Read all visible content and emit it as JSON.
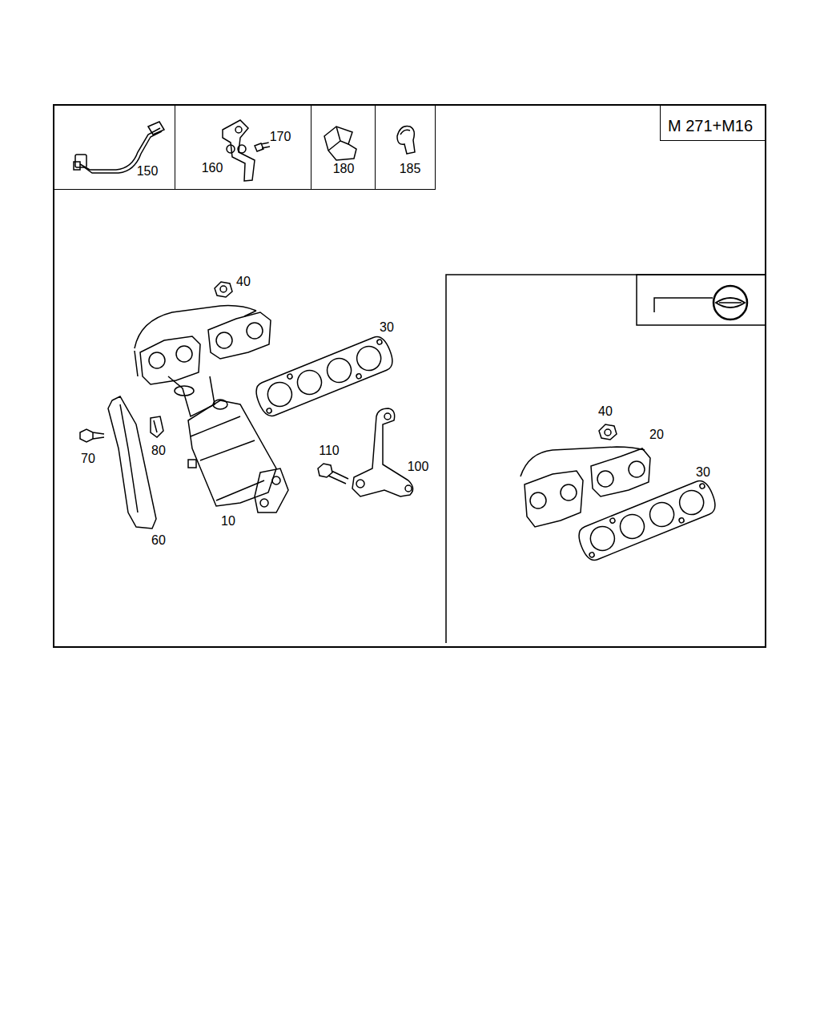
{
  "diagram": {
    "nodes": [
      {
        "text": [
          "150"
        ]
      },
      {
        "text": [
          "160",
          "170"
        ]
      },
      {
        "text": [
          "180"
        ]
      },
      {
        "text": [
          "185"
        ]
      },
      {
        "text": [
          "M 271+M16"
        ]
      }
    ],
    "labels": [
      "40",
      "30",
      "70",
      "80",
      "10",
      "60",
      "110",
      "100",
      "40",
      "20",
      "30"
    ]
  }
}
